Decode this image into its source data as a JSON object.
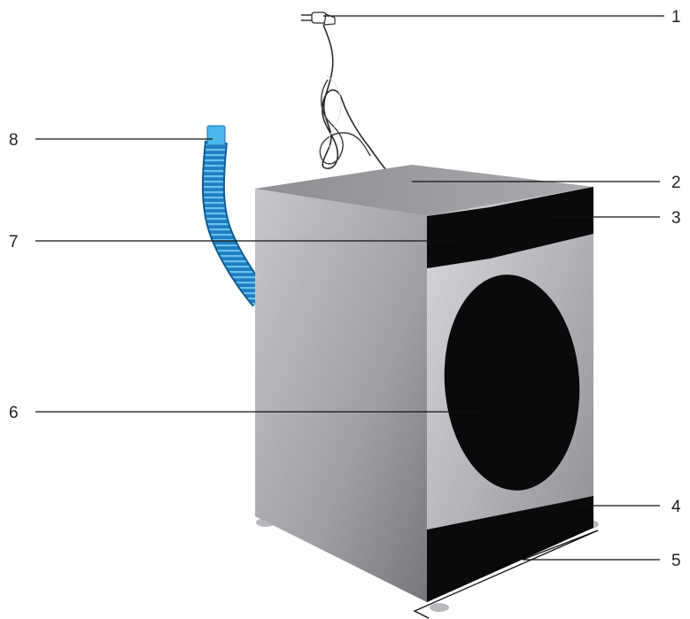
{
  "colors": {
    "background": "#ffffff",
    "cabinet_light": "#c9cacd",
    "cabinet_dark": "#7b7c80",
    "panel_black": "#0a0a0a",
    "hose_blue": "#2a8fd0",
    "hose_cap": "#49b8ec",
    "leader_line": "#111111"
  },
  "icons": {
    "power_plug": "plug-icon",
    "drain_hose": "hose-icon"
  },
  "callouts": [
    {
      "id": "1",
      "label": "1"
    },
    {
      "id": "2",
      "label": "2"
    },
    {
      "id": "3",
      "label": "3"
    },
    {
      "id": "4",
      "label": "4"
    },
    {
      "id": "5",
      "label": "5"
    },
    {
      "id": "6",
      "label": "6"
    },
    {
      "id": "7",
      "label": "7"
    },
    {
      "id": "8",
      "label": "8"
    }
  ]
}
